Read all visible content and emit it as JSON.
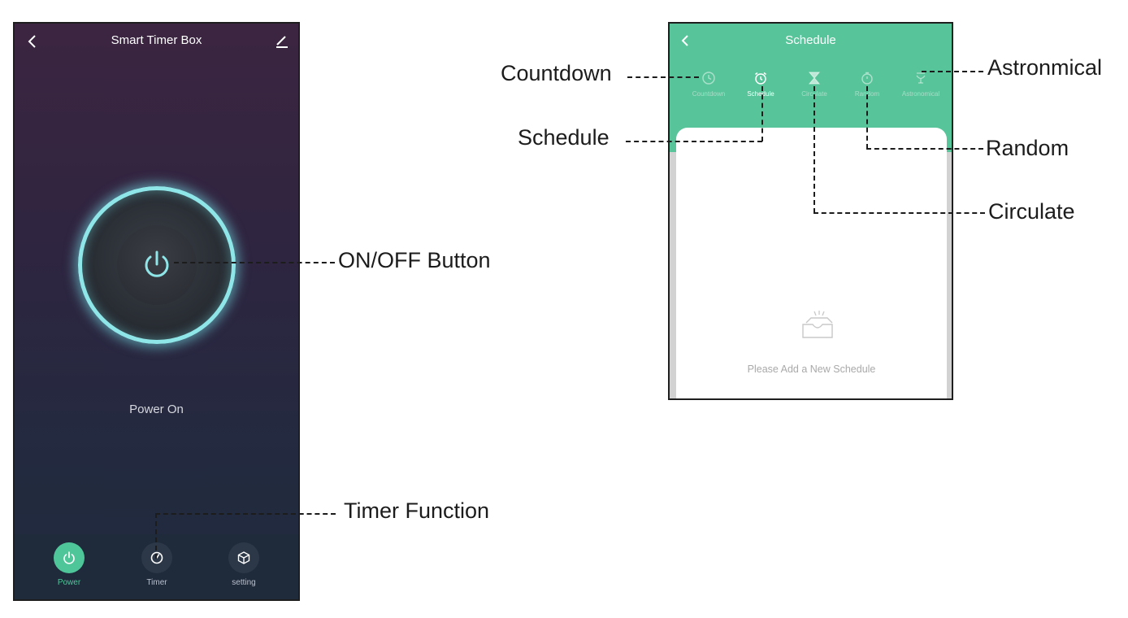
{
  "left_phone": {
    "title": "Smart Timer Box",
    "power_status": "Power On",
    "tabs": [
      {
        "label": "Power",
        "active": true,
        "icon": "power-icon"
      },
      {
        "label": "Timer",
        "active": false,
        "icon": "timer-icon"
      },
      {
        "label": "setting",
        "active": false,
        "icon": "cube-icon"
      }
    ]
  },
  "right_phone": {
    "title": "Schedule",
    "modes": [
      {
        "label": "Countdown",
        "icon": "clock-icon",
        "active": false
      },
      {
        "label": "Schedule",
        "icon": "alarm-clock-icon",
        "active": true
      },
      {
        "label": "Circulate",
        "icon": "hourglass-icon",
        "active": false
      },
      {
        "label": "Random",
        "icon": "stopwatch-icon",
        "active": false
      },
      {
        "label": "Astronomical",
        "icon": "astronomical-icon",
        "active": false
      }
    ],
    "empty_message": "Please Add a New Schedule"
  },
  "annotations": {
    "on_off": "ON/OFF Button",
    "timer_function": "Timer Function",
    "countdown": "Countdown",
    "schedule": "Schedule",
    "astronmical": "Astronmical",
    "random": "Random",
    "circulate": "Circulate"
  },
  "colors": {
    "accent_green": "#4fc69a",
    "header_green": "#58c49a",
    "glow_cyan": "#8fe6e8",
    "dark_bg_top": "#3c2541",
    "dark_bg_bottom": "#1f2a3d"
  }
}
